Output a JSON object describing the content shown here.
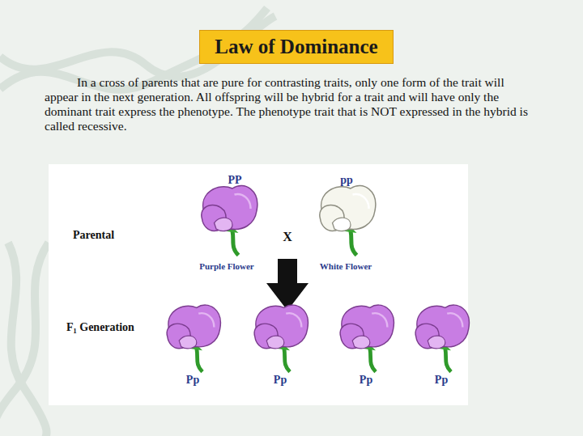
{
  "diagram": {
    "title": "Law of Dominance",
    "labels": [
      "In a cross of parents that are pure for contrasting traits, only one form of the trait will appear in the next generation. All offspring will be hybrid for a trait and will have only the dominant trait express the phenotype. The phenotype trait that is NOT expressed in the hybrid is called recessive.",
      "PP",
      "pp",
      "Parental",
      "Purple Flower",
      "White Flower",
      "X",
      "F₁ Generation",
      "Pp",
      "Pp",
      "Pp",
      "Pp"
    ]
  }
}
